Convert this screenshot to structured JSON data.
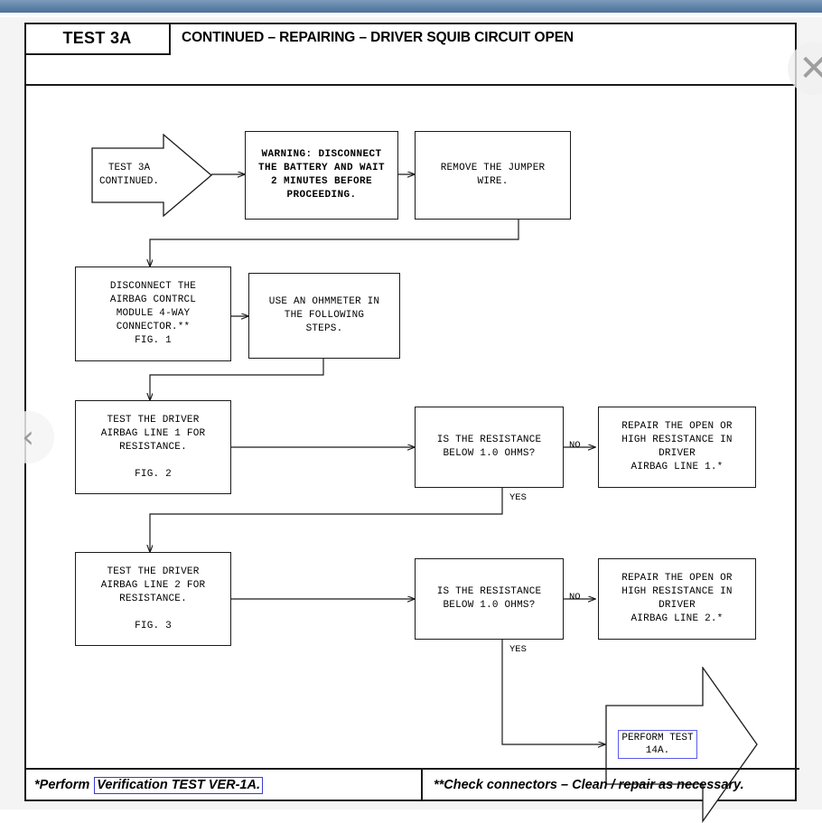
{
  "viewer": {
    "prev_icon": "chevron-left-icon",
    "prev_glyph": "‹",
    "close_icon": "close-icon",
    "close_glyph": "✕",
    "topbar_color": "#5f82a9"
  },
  "header": {
    "test_id": "TEST 3A",
    "title": "CONTINUED – REPAIRING – DRIVER SQUIB CIRCUIT OPEN"
  },
  "footer": {
    "left_prefix": "*Perform",
    "left_link": "Verification TEST VER-1A.",
    "right": "**Check connectors – Clean / repair as necessary.",
    "link_color": "#3a3ad6"
  },
  "flow": {
    "nodes": [
      {
        "id": "start",
        "name": "node-test-3a-continued",
        "shape": "arrow",
        "text": "TEST 3A\nCONTINUED."
      },
      {
        "id": "warning",
        "name": "node-warning-disconnect-battery",
        "shape": "box",
        "text": "WARNING: DISCONNECT\nTHE BATTERY AND WAIT\n2 MINUTES BEFORE\nPROCEEDING."
      },
      {
        "id": "jumper",
        "name": "node-remove-jumper-wire",
        "shape": "box",
        "text": "REMOVE THE JUMPER\nWIRE."
      },
      {
        "id": "disconnect",
        "name": "node-disconnect-acm-connector",
        "shape": "box",
        "text": "DISCONNECT THE\nAIRBAG CONTRCL\nMODULE 4-WAY\nCONNECTOR.**\nFIG. 1"
      },
      {
        "id": "ohmmeter",
        "name": "node-use-ohmmeter",
        "shape": "box",
        "text": "USE AN OHMMETER IN\nTHE FOLLOWING\nSTEPS."
      },
      {
        "id": "test1",
        "name": "node-test-line-1",
        "shape": "box",
        "text": "TEST THE DRIVER\nAIRBAG LINE 1 FOR\nRESISTANCE.\n\nFIG. 2"
      },
      {
        "id": "decide1",
        "name": "node-decision-resistance-1",
        "shape": "box",
        "text": "IS THE RESISTANCE\nBELOW 1.0 OHMS?"
      },
      {
        "id": "repair1",
        "name": "node-repair-line-1",
        "shape": "box",
        "text": "REPAIR THE OPEN OR\nHIGH RESISTANCE IN\nDRIVER\nAIRBAG LINE 1.*"
      },
      {
        "id": "test2",
        "name": "node-test-line-2",
        "shape": "box",
        "text": "TEST THE DRIVER\nAIRBAG LINE 2 FOR\nRESISTANCE.\n\nFIG. 3"
      },
      {
        "id": "decide2",
        "name": "node-decision-resistance-2",
        "shape": "box",
        "text": "IS THE RESISTANCE\nBELOW 1.0 OHMS?"
      },
      {
        "id": "repair2",
        "name": "node-repair-line-2",
        "shape": "box",
        "text": "REPAIR THE OPEN OR\nHIGH RESISTANCE IN\nDRIVER\nAIRBAG LINE 2.*"
      },
      {
        "id": "perform",
        "name": "node-perform-test-14a",
        "shape": "arrow",
        "text": "PERFORM TEST\n14A."
      }
    ],
    "edge_labels": {
      "no_1": "NO",
      "yes_1": "YES",
      "no_2": "NO",
      "yes_2": "YES"
    }
  }
}
